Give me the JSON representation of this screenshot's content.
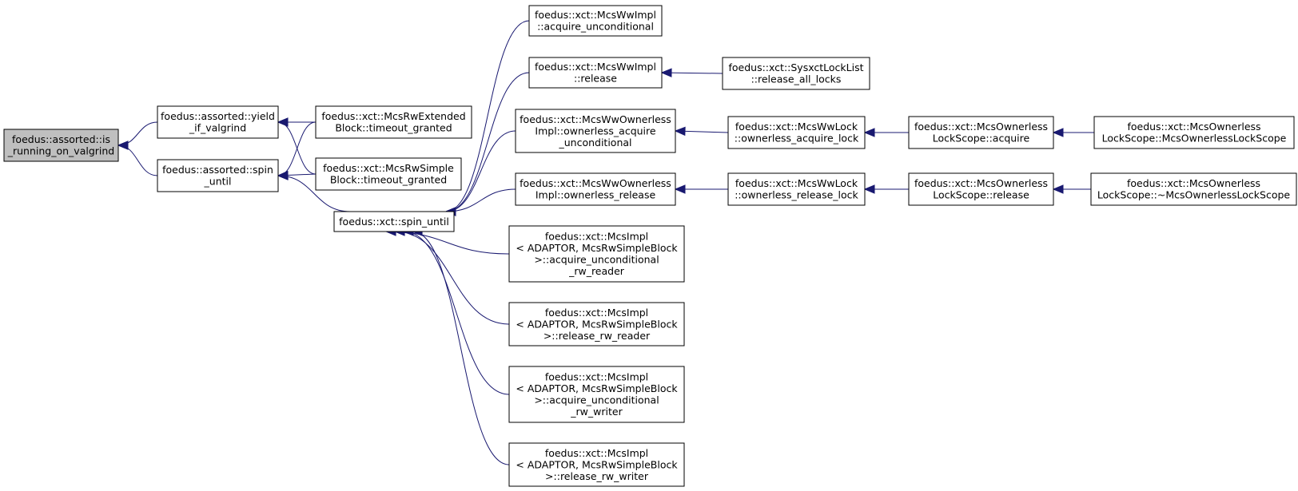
{
  "diagram": {
    "type": "call-graph",
    "colors": {
      "edge": "#191970",
      "root_fill": "#bfbfbf",
      "node_fill": "#ffffff",
      "node_border": "#000000"
    },
    "nodes": [
      {
        "id": "is_running_on_valgrind",
        "lines": [
          "foedus::assorted::is",
          "_running_on_valgrind"
        ],
        "root": true
      },
      {
        "id": "yield_if_valgrind",
        "lines": [
          "foedus::assorted::yield",
          "_if_valgrind"
        ]
      },
      {
        "id": "assorted_spin_until",
        "lines": [
          "foedus::assorted::spin",
          "_until"
        ]
      },
      {
        "id": "mcsrwextended_timeout",
        "lines": [
          "foedus::xct::McsRwExtended",
          "Block::timeout_granted"
        ]
      },
      {
        "id": "mcsrwsimple_timeout",
        "lines": [
          "foedus::xct::McsRwSimple",
          "Block::timeout_granted"
        ]
      },
      {
        "id": "xct_spin_until",
        "lines": [
          "foedus::xct::spin_until"
        ]
      },
      {
        "id": "ww_acquire_unconditional",
        "lines": [
          "foedus::xct::McsWwImpl",
          "::acquire_unconditional"
        ]
      },
      {
        "id": "ww_release",
        "lines": [
          "foedus::xct::McsWwImpl",
          "::release"
        ]
      },
      {
        "id": "ownerless_acquire_unconditional",
        "lines": [
          "foedus::xct::McsWwOwnerless",
          "Impl::ownerless_acquire",
          "_unconditional"
        ]
      },
      {
        "id": "ownerless_release",
        "lines": [
          "foedus::xct::McsWwOwnerless",
          "Impl::ownerless_release"
        ]
      },
      {
        "id": "acq_uncond_rw_reader",
        "lines": [
          "foedus::xct::McsImpl",
          "< ADAPTOR, McsRwSimpleBlock",
          " >::acquire_unconditional",
          "_rw_reader"
        ]
      },
      {
        "id": "release_rw_reader",
        "lines": [
          "foedus::xct::McsImpl",
          "< ADAPTOR, McsRwSimpleBlock",
          " >::release_rw_reader"
        ]
      },
      {
        "id": "acq_uncond_rw_writer",
        "lines": [
          "foedus::xct::McsImpl",
          "< ADAPTOR, McsRwSimpleBlock",
          " >::acquire_unconditional",
          "_rw_writer"
        ]
      },
      {
        "id": "release_rw_writer",
        "lines": [
          "foedus::xct::McsImpl",
          "< ADAPTOR, McsRwSimpleBlock",
          " >::release_rw_writer"
        ]
      },
      {
        "id": "release_all_locks",
        "lines": [
          "foedus::xct::SysxctLockList",
          "::release_all_locks"
        ]
      },
      {
        "id": "ownerless_acquire_lock",
        "lines": [
          "foedus::xct::McsWwLock",
          "::ownerless_acquire_lock"
        ]
      },
      {
        "id": "ownerless_release_lock",
        "lines": [
          "foedus::xct::McsWwLock",
          "::ownerless_release_lock"
        ]
      },
      {
        "id": "scope_acquire",
        "lines": [
          "foedus::xct::McsOwnerless",
          "LockScope::acquire"
        ]
      },
      {
        "id": "scope_release",
        "lines": [
          "foedus::xct::McsOwnerless",
          "LockScope::release"
        ]
      },
      {
        "id": "scope_ctor",
        "lines": [
          "foedus::xct::McsOwnerless",
          "LockScope::McsOwnerlessLockScope"
        ]
      },
      {
        "id": "scope_dtor",
        "lines": [
          "foedus::xct::McsOwnerless",
          "LockScope::~McsOwnerlessLockScope"
        ]
      }
    ],
    "edges": [
      {
        "from": "yield_if_valgrind",
        "to": "is_running_on_valgrind"
      },
      {
        "from": "assorted_spin_until",
        "to": "is_running_on_valgrind"
      },
      {
        "from": "mcsrwextended_timeout",
        "to": "yield_if_valgrind"
      },
      {
        "from": "mcsrwsimple_timeout",
        "to": "yield_if_valgrind"
      },
      {
        "from": "mcsrwextended_timeout",
        "to": "assorted_spin_until"
      },
      {
        "from": "mcsrwsimple_timeout",
        "to": "assorted_spin_until"
      },
      {
        "from": "xct_spin_until",
        "to": "assorted_spin_until"
      },
      {
        "from": "ww_acquire_unconditional",
        "to": "xct_spin_until"
      },
      {
        "from": "ww_release",
        "to": "xct_spin_until"
      },
      {
        "from": "ownerless_acquire_unconditional",
        "to": "xct_spin_until"
      },
      {
        "from": "ownerless_release",
        "to": "xct_spin_until"
      },
      {
        "from": "acq_uncond_rw_reader",
        "to": "xct_spin_until"
      },
      {
        "from": "release_rw_reader",
        "to": "xct_spin_until"
      },
      {
        "from": "acq_uncond_rw_writer",
        "to": "xct_spin_until"
      },
      {
        "from": "release_rw_writer",
        "to": "xct_spin_until"
      },
      {
        "from": "release_all_locks",
        "to": "ww_release"
      },
      {
        "from": "ownerless_acquire_lock",
        "to": "ownerless_acquire_unconditional"
      },
      {
        "from": "ownerless_release_lock",
        "to": "ownerless_release"
      },
      {
        "from": "scope_acquire",
        "to": "ownerless_acquire_lock"
      },
      {
        "from": "scope_release",
        "to": "ownerless_release_lock"
      },
      {
        "from": "scope_ctor",
        "to": "scope_acquire"
      },
      {
        "from": "scope_dtor",
        "to": "scope_release"
      }
    ]
  }
}
